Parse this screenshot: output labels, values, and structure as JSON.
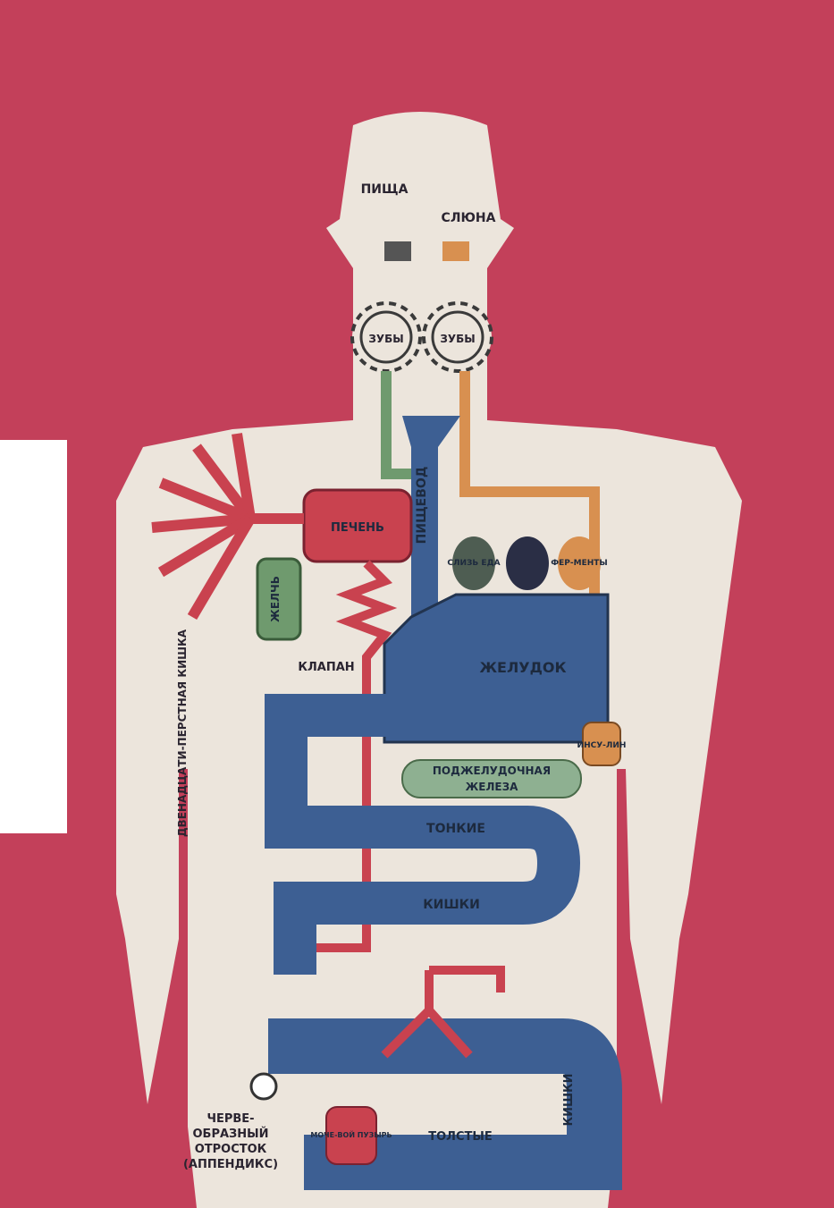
{
  "labels": {
    "food": "ПИЩА",
    "saliva": "СЛЮНА",
    "teeth_left": "ЗУБЫ",
    "teeth_right": "ЗУБЫ",
    "esophagus": "ПИЩЕВОД",
    "liver": "ПЕЧЕНЬ",
    "bile": "ЖЕЛЧЬ",
    "gastric_juice": "СЛИЗЬ ЕДА",
    "enzymes": "ФЕР-МЕНТЫ",
    "valve": "КЛАПАН",
    "stomach": "ЖЕЛУДОК",
    "insulin": "ИНСУ-ЛИН",
    "duodenum": "ДВЕНАДЦАТИ-ПЕРСТНАЯ КИШКА",
    "pancreas_line1": "ПОДЖЕЛУДОЧНАЯ",
    "pancreas_line2": "ЖЕЛЕЗА",
    "small_intestine_1": "ТОНКИЕ",
    "small_intestine_2": "КИШКИ",
    "appendix_line1": "ЧЕРВЕ-",
    "appendix_line2": "ОБРАЗНЫЙ",
    "appendix_line3": "ОТРОСТОК",
    "appendix_line4": "(АППЕНДИКС)",
    "bladder": "МОЧЕ-ВОЙ ПУЗЫРЬ",
    "large_intestine_1": "ТОЛСТЫЕ",
    "large_intestine_2": "КИШКИ"
  },
  "colors": {
    "background": "#c3405a",
    "body": "#ece5dc",
    "pipe_blue": "#3d5f93",
    "pipe_red": "#c9424f",
    "pipe_green": "#6f9a6e",
    "pipe_orange": "#d89050"
  }
}
